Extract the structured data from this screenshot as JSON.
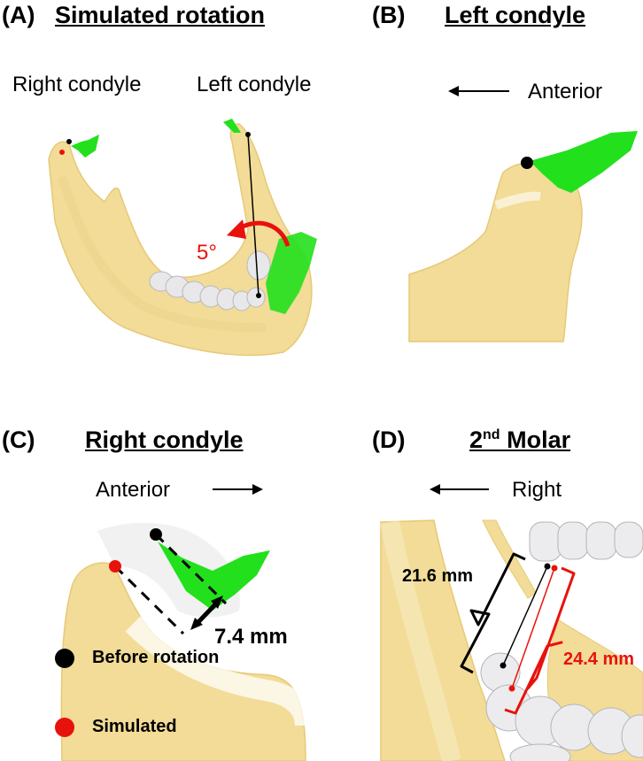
{
  "panels": {
    "a": {
      "label": "(A)",
      "title": "Simulated rotation",
      "right_condyle": "Right condyle",
      "left_condyle": "Left condyle",
      "angle": "5°"
    },
    "b": {
      "label": "(B)",
      "title": "Left condyle",
      "direction": "Anterior"
    },
    "c": {
      "label": "(C)",
      "title": "Right condyle",
      "direction": "Anterior",
      "distance": "7.4 mm",
      "legend": [
        {
          "label": "Before rotation",
          "color": "#000000"
        },
        {
          "label": "Simulated",
          "color": "#e8120c"
        }
      ]
    },
    "d": {
      "label": "(D)",
      "title_sup": "nd",
      "title_num": "2",
      "title_rest": " Molar",
      "direction": "Right",
      "before_distance": "21.6 mm",
      "simulated_distance": "24.4 mm"
    }
  },
  "colors": {
    "bone": "#f2dc97",
    "bone_shadow": "#e6c978",
    "condyle_green": "#22e01c",
    "simulated_red": "#e8120c",
    "teeth": "#e8e8ea"
  }
}
